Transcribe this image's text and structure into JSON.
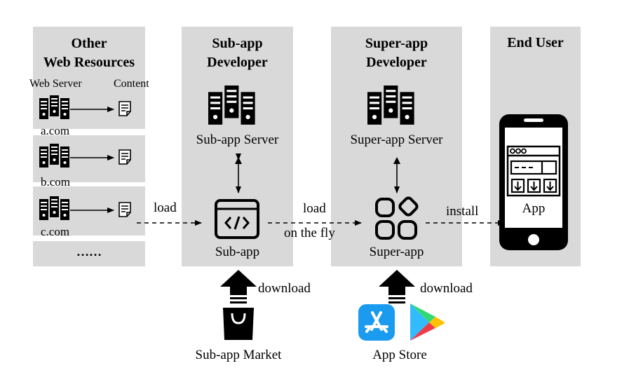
{
  "columns": {
    "other": {
      "title_line1": "Other",
      "title_line2": "Web Resources"
    },
    "subapp_dev": {
      "title_line1": "Sub-app",
      "title_line2": "Developer"
    },
    "superapp_dev": {
      "title_line1": "Super-app",
      "title_line2": "Developer"
    },
    "end_user": {
      "title": "End User"
    }
  },
  "web_resources": {
    "web_server_label": "Web Server",
    "content_label": "Content",
    "domains": [
      "a.com",
      "b.com",
      "c.com"
    ],
    "more": "……"
  },
  "nodes": {
    "subapp_server": "Sub-app Server",
    "subapp": "Sub-app",
    "superapp_server": "Super-app Server",
    "superapp": "Super-app",
    "app": "App",
    "subapp_market": "Sub-app Market",
    "app_store": "App Store"
  },
  "edges": {
    "load": "load",
    "load_fly_line1": "load",
    "load_fly_line2": "on the fly",
    "install": "install",
    "download_left": "download",
    "download_right": "download"
  },
  "icons": [
    "server-icon",
    "document-icon",
    "code-window-icon",
    "super-app-grid-icon",
    "smartphone-icon",
    "shopping-bag-icon",
    "app-store-icon",
    "google-play-icon"
  ]
}
